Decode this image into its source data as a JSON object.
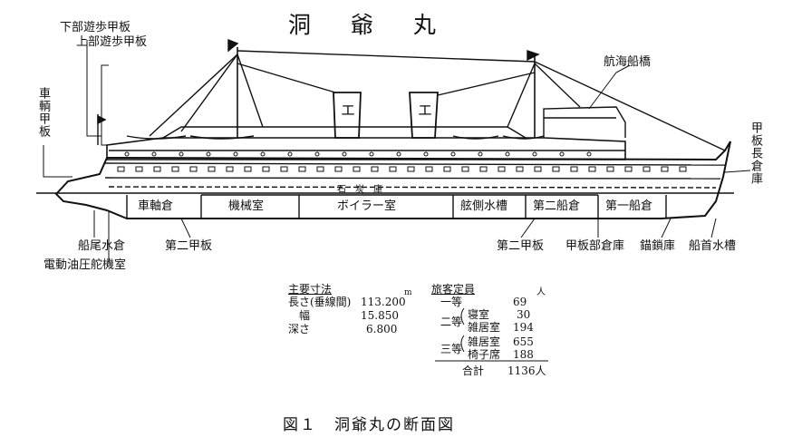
{
  "title": "洞 爺 丸",
  "caption": "図１　洞爺丸の断面図",
  "labels_top": {
    "lower_promenade": "下部遊歩甲板",
    "upper_promenade": "上部遊歩甲板",
    "vehicle_deck": "車輌甲板",
    "navigation_bridge": "航海船橋",
    "bow_storeroom": "甲板長倉庫"
  },
  "compartments": {
    "coal": "石　炭　庫",
    "car_hold": "車軸倉",
    "machinery": "機械室",
    "boiler": "ボイラー室",
    "side_tank": "舷側水槽",
    "hold2": "第二船倉",
    "hold1": "第一船倉"
  },
  "labels_bottom": {
    "stern_tank": "船尾水倉",
    "steering_room": "電動油圧舵機室",
    "second_deck_left": "第二甲板",
    "second_deck_right": "第二甲板",
    "deck_store": "甲板部倉庫",
    "chain_locker": "錨鎖庫",
    "fore_tank": "船首水槽"
  },
  "dimensions": {
    "heading": "主要寸法",
    "unit": "m",
    "rows": [
      {
        "label": "長さ(垂線間)",
        "value": "113.200"
      },
      {
        "label": "幅",
        "value": "15.850"
      },
      {
        "label": "深さ",
        "value": "6.800"
      }
    ]
  },
  "passengers": {
    "heading": "旅客定員",
    "unit": "人",
    "first_class": "一等",
    "first_value": "69",
    "second_class": "二等",
    "second_rows": [
      {
        "label": "寝室",
        "value": "30"
      },
      {
        "label": "雑居室",
        "value": "194"
      }
    ],
    "third_class": "三等",
    "third_rows": [
      {
        "label": "雑居室",
        "value": "655"
      },
      {
        "label": "椅子席",
        "value": "188"
      }
    ],
    "total_label": "合計",
    "total_value": "1136人"
  }
}
